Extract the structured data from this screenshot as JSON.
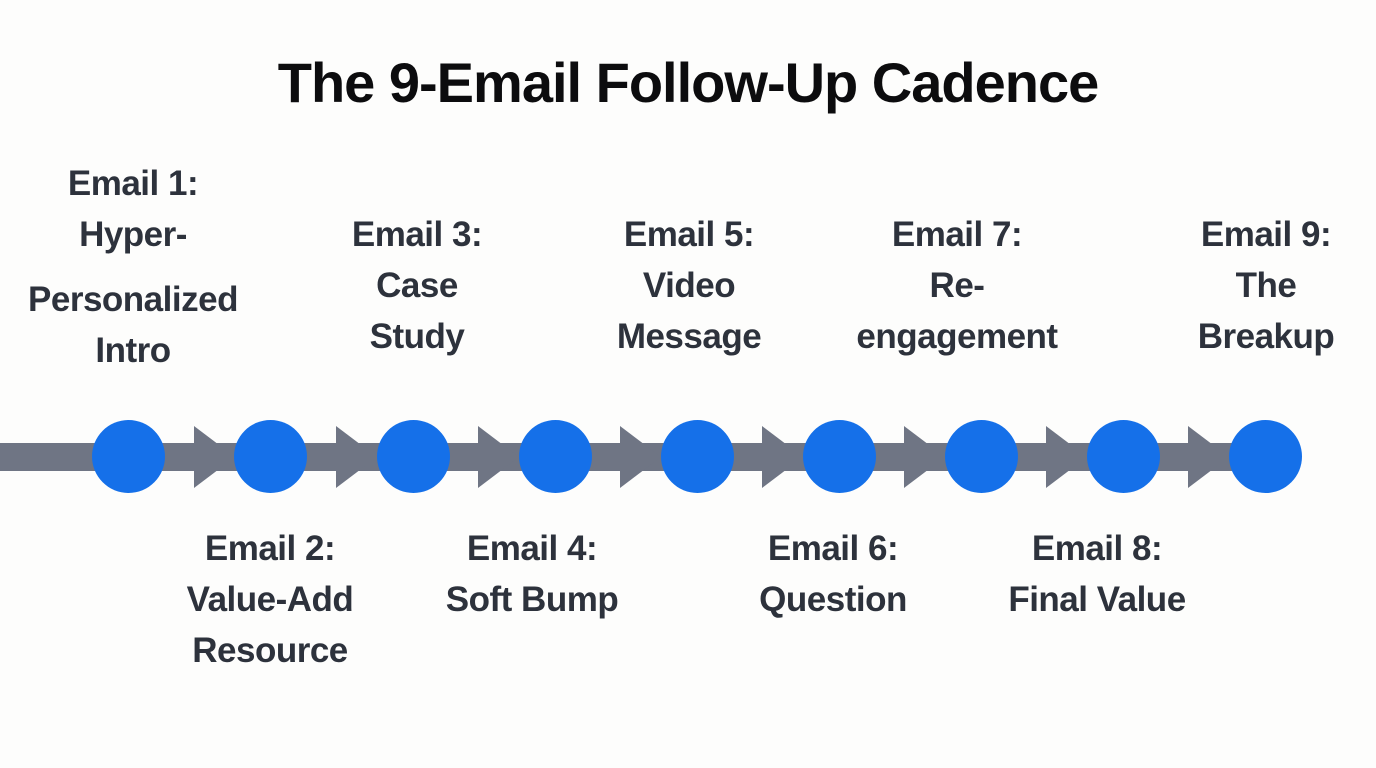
{
  "title": "The 9-Email Follow-Up Cadence",
  "colors": {
    "background": "#fdfdfc",
    "node_blue": "#1570e9",
    "arrow_gray": "#6f7584",
    "label_dark": "#2d323c",
    "title_black": "#0c0c0e"
  },
  "icons": {
    "arrow_head": "right-pointing-triangle"
  },
  "emails": [
    {
      "number": 1,
      "side": "above",
      "lines": [
        "Email 1:",
        "Hyper-",
        "Personalized",
        "Intro"
      ],
      "extra_gap_before_line": 2
    },
    {
      "number": 2,
      "side": "below",
      "lines": [
        "Email 2:",
        "Value-Add",
        "Resource"
      ]
    },
    {
      "number": 3,
      "side": "above",
      "lines": [
        "Email 3:",
        "Case",
        "Study"
      ]
    },
    {
      "number": 4,
      "side": "below",
      "lines": [
        "Email 4:",
        "Soft Bump"
      ]
    },
    {
      "number": 5,
      "side": "above",
      "lines": [
        "Email 5:",
        "Video",
        "Message"
      ]
    },
    {
      "number": 6,
      "side": "below",
      "lines": [
        "Email 6:",
        "Question"
      ]
    },
    {
      "number": 7,
      "side": "above",
      "lines": [
        "Email 7:",
        "Re-",
        "engagement"
      ]
    },
    {
      "number": 8,
      "side": "below",
      "lines": [
        "Email 8:",
        "Final Value"
      ]
    },
    {
      "number": 9,
      "side": "above",
      "lines": [
        "Email 9:",
        "The",
        "Breakup"
      ]
    }
  ]
}
